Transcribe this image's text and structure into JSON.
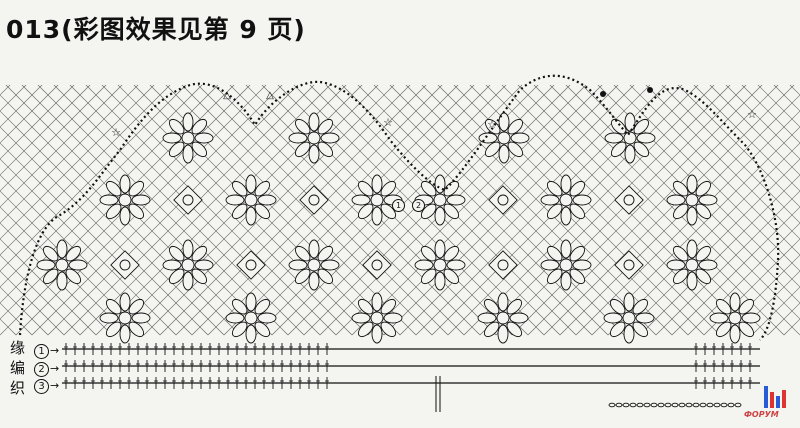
{
  "title": "013(彩图效果见第 9 页)",
  "side_label": [
    "缘",
    "编",
    "织"
  ],
  "row_markers": [
    "1",
    "2",
    "3"
  ],
  "motif_markers": [
    "1",
    "2"
  ],
  "watermark": "ФОРУМ"
}
